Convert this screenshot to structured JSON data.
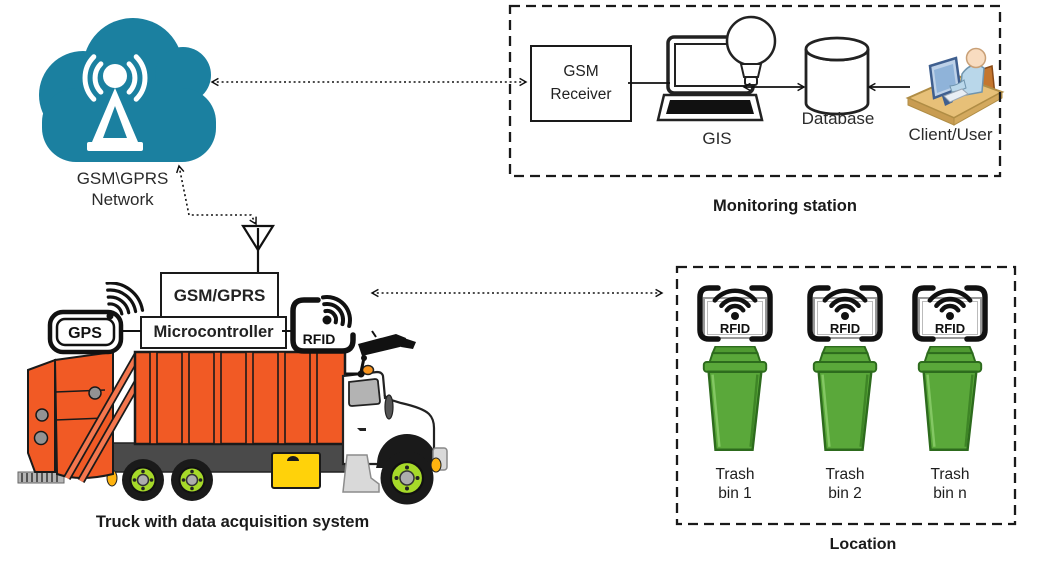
{
  "colors": {
    "cloud_teal": "#1b80a0",
    "truck_orange": "#f15a25",
    "bin_green": "#5aa83a",
    "wheel_green": "#a6d929",
    "toolbox_yellow": "#ffd20a"
  },
  "cloud": {
    "label_line1": "GSM\\GPRS",
    "label_line2": "Network"
  },
  "monitoring_station": {
    "title": "Monitoring station",
    "gsm_receiver_line1": "GSM",
    "gsm_receiver_line2": "Receiver",
    "gis_label": "GIS",
    "database_label": "Database",
    "client_label": "Client/User"
  },
  "truck": {
    "gps_label": "GPS",
    "gsm_gprs_label": "GSM/GPRS",
    "microcontroller_label": "Microcontroller",
    "rfid_label": "RFID",
    "caption": "Truck with data acquisition system"
  },
  "location": {
    "title": "Location",
    "bins": [
      {
        "rfid_label": "RFID",
        "label": "Trash bin 1"
      },
      {
        "rfid_label": "RFID",
        "label": "Trash bin 2"
      },
      {
        "rfid_label": "RFID",
        "label": "Trash bin n"
      }
    ]
  }
}
